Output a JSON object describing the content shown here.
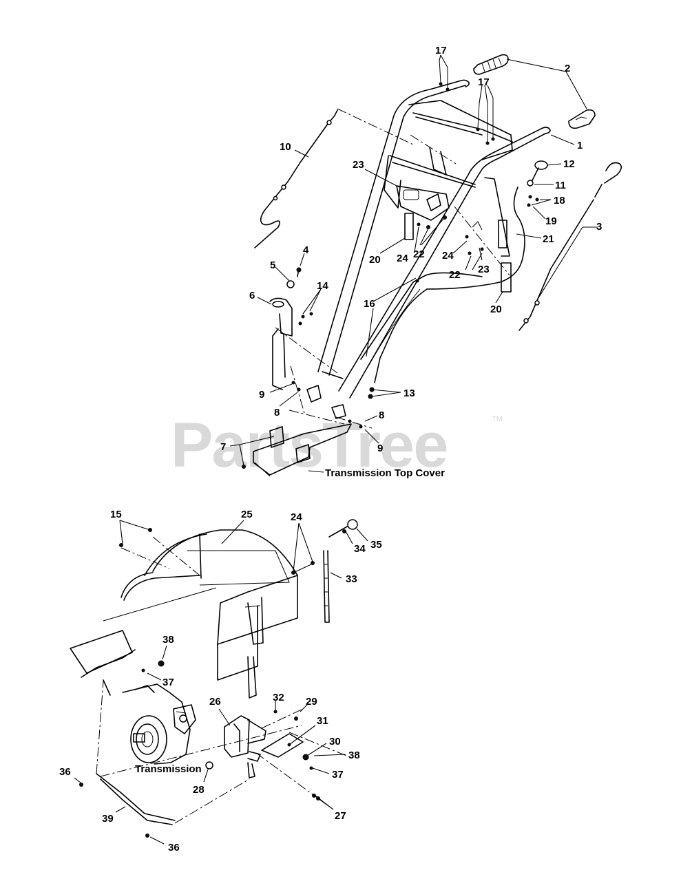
{
  "watermark": {
    "text": "PartsTree",
    "trademark": "TM"
  },
  "captions": {
    "transmission_top_cover": "Transmission Top Cover",
    "transmission": "Transmission"
  },
  "callouts": {
    "c1": "1",
    "c2": "2",
    "c3": "3",
    "c4": "4",
    "c5": "5",
    "c6": "6",
    "c7": "7",
    "c8": "8",
    "c9": "9",
    "c10": "10",
    "c11": "11",
    "c12": "12",
    "c13": "13",
    "c14": "14",
    "c15": "15",
    "c16": "16",
    "c17": "17",
    "c18": "18",
    "c19": "19",
    "c20": "20",
    "c21": "21",
    "c22": "22",
    "c23": "23",
    "c24": "24",
    "c25": "25",
    "c26": "26",
    "c27": "27",
    "c28": "28",
    "c29": "29",
    "c30": "30",
    "c31": "31",
    "c32": "32",
    "c33": "33",
    "c34": "34",
    "c35": "35",
    "c36": "36",
    "c37": "37",
    "c38": "38",
    "c39": "39"
  }
}
